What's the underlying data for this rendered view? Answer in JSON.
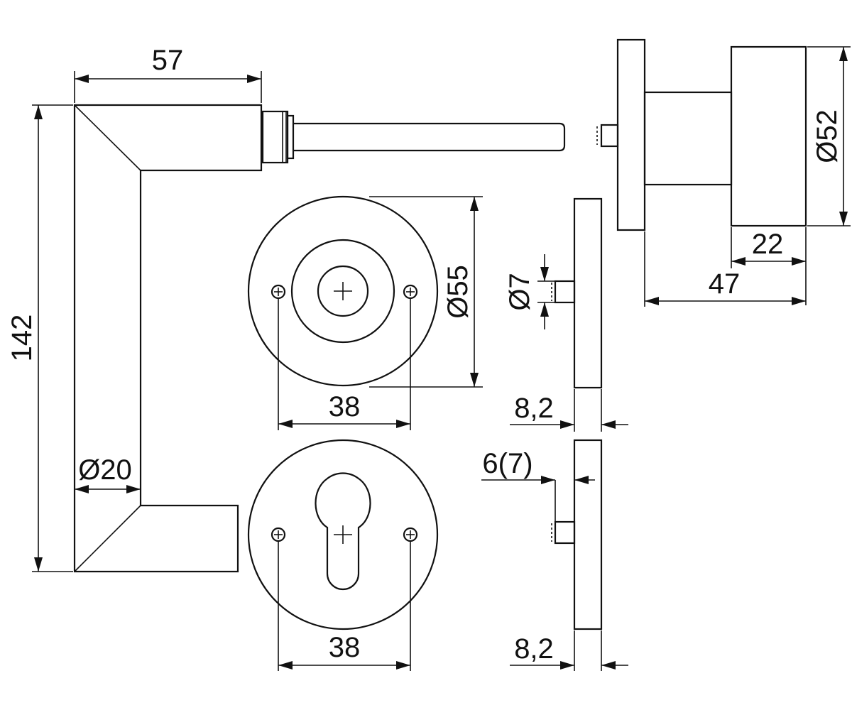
{
  "dimensions": {
    "handle_width": "57",
    "handle_height": "142",
    "handle_diameter": "Ø20",
    "rosette_diameter": "Ø55",
    "screw_spacing_top": "38",
    "screw_spacing_bottom": "38",
    "pin_diameter": "Ø7",
    "rosette_thickness_top": "8,2",
    "rosette_thickness_bottom": "8,2",
    "cylinder_projection": "6(7)",
    "knob_diameter": "Ø52",
    "knob_depth": "22",
    "knob_total_length": "47"
  },
  "colors": {
    "line": "#111111",
    "background": "#ffffff"
  }
}
